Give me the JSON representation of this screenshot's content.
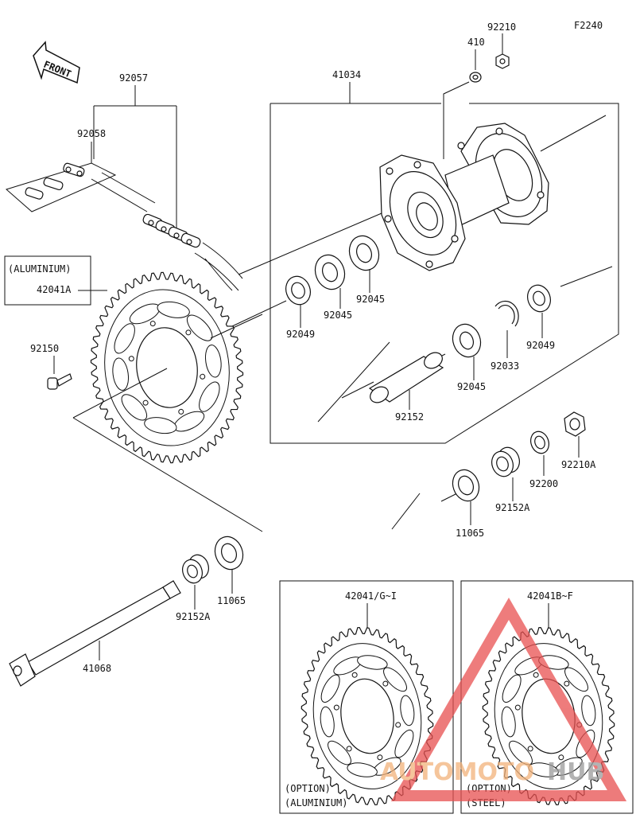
{
  "figure_code": "F2240",
  "front_arrow_text": "FRONT",
  "labels": {
    "p92210": "92210",
    "p410": "410",
    "p41034": "41034",
    "p92057": "92057",
    "p92058": "92058",
    "aluminium_tag": "(ALUMINIUM)",
    "p42041A": "42041A",
    "p92150": "92150",
    "p92045a": "92045",
    "p92045b": "92045",
    "p92045c": "92045",
    "p92049a": "92049",
    "p92049b": "92049",
    "p92033": "92033",
    "p92152": "92152",
    "p92210A": "92210A",
    "p92200": "92200",
    "p92152A_r": "92152A",
    "p11065_r": "11065",
    "p11065_l": "11065",
    "p92152A_l": "92152A",
    "p41068": "41068",
    "p42041GI": "42041/G~I",
    "p42041BF": "42041B~F",
    "option_left": "(OPTION)",
    "option_left_material": "(ALUMINIUM)",
    "option_right": "(OPTION)",
    "option_right_material": "(STEEL)"
  },
  "watermark": {
    "brand_a": "AUTOMOTO",
    "brand_b": "HUB",
    "color_a": "#f2b27a",
    "color_b": "#9a9a9a",
    "triangle_color": "#e85050"
  }
}
